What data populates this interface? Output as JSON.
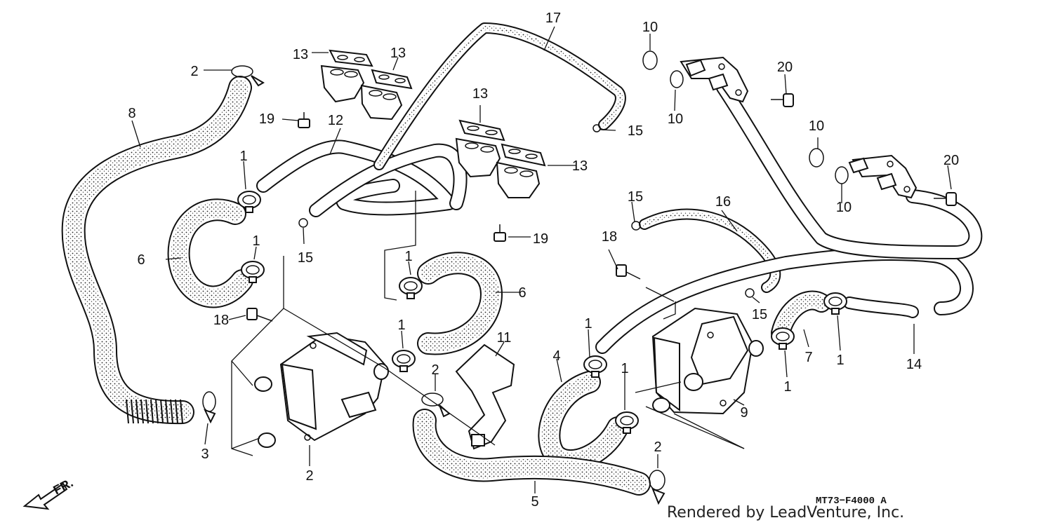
{
  "diagram": {
    "callouts": [
      {
        "id": "c-2a",
        "text": "2"
      },
      {
        "id": "c-8",
        "text": "8"
      },
      {
        "id": "c-13a",
        "text": "13"
      },
      {
        "id": "c-13b",
        "text": "13"
      },
      {
        "id": "c-17",
        "text": "17"
      },
      {
        "id": "c-10a",
        "text": "10"
      },
      {
        "id": "c-10b",
        "text": "10"
      },
      {
        "id": "c-20a",
        "text": "20"
      },
      {
        "id": "c-19a",
        "text": "19"
      },
      {
        "id": "c-12",
        "text": "12"
      },
      {
        "id": "c-15a",
        "text": "15"
      },
      {
        "id": "c-13c",
        "text": "13"
      },
      {
        "id": "c-13d",
        "text": "13"
      },
      {
        "id": "c-10c",
        "text": "10"
      },
      {
        "id": "c-20b",
        "text": "20"
      },
      {
        "id": "c-10d",
        "text": "10"
      },
      {
        "id": "c-1a",
        "text": "1"
      },
      {
        "id": "c-15b",
        "text": "15"
      },
      {
        "id": "c-16",
        "text": "16"
      },
      {
        "id": "c-6a",
        "text": "6"
      },
      {
        "id": "c-1b",
        "text": "1"
      },
      {
        "id": "c-15c",
        "text": "15"
      },
      {
        "id": "c-19b",
        "text": "19"
      },
      {
        "id": "c-18a",
        "text": "18"
      },
      {
        "id": "c-1c",
        "text": "1"
      },
      {
        "id": "c-6b",
        "text": "6"
      },
      {
        "id": "c-18b",
        "text": "18"
      },
      {
        "id": "c-15d",
        "text": "15"
      },
      {
        "id": "c-1d",
        "text": "1"
      },
      {
        "id": "c-11",
        "text": "11"
      },
      {
        "id": "c-1e",
        "text": "1"
      },
      {
        "id": "c-4",
        "text": "4"
      },
      {
        "id": "c-7",
        "text": "7"
      },
      {
        "id": "c-1f",
        "text": "1"
      },
      {
        "id": "c-14",
        "text": "14"
      },
      {
        "id": "c-2b",
        "text": "2"
      },
      {
        "id": "c-1g",
        "text": "1"
      },
      {
        "id": "c-1h",
        "text": "1"
      },
      {
        "id": "c-9",
        "text": "9"
      },
      {
        "id": "c-2c",
        "text": "2"
      },
      {
        "id": "c-3",
        "text": "3"
      },
      {
        "id": "c-2d",
        "text": "2"
      },
      {
        "id": "c-5",
        "text": "5"
      }
    ],
    "direction_label": "FR.",
    "drawing_code": "MT73−F4000 A",
    "credit": "Rendered by LeadVenture, Inc."
  }
}
